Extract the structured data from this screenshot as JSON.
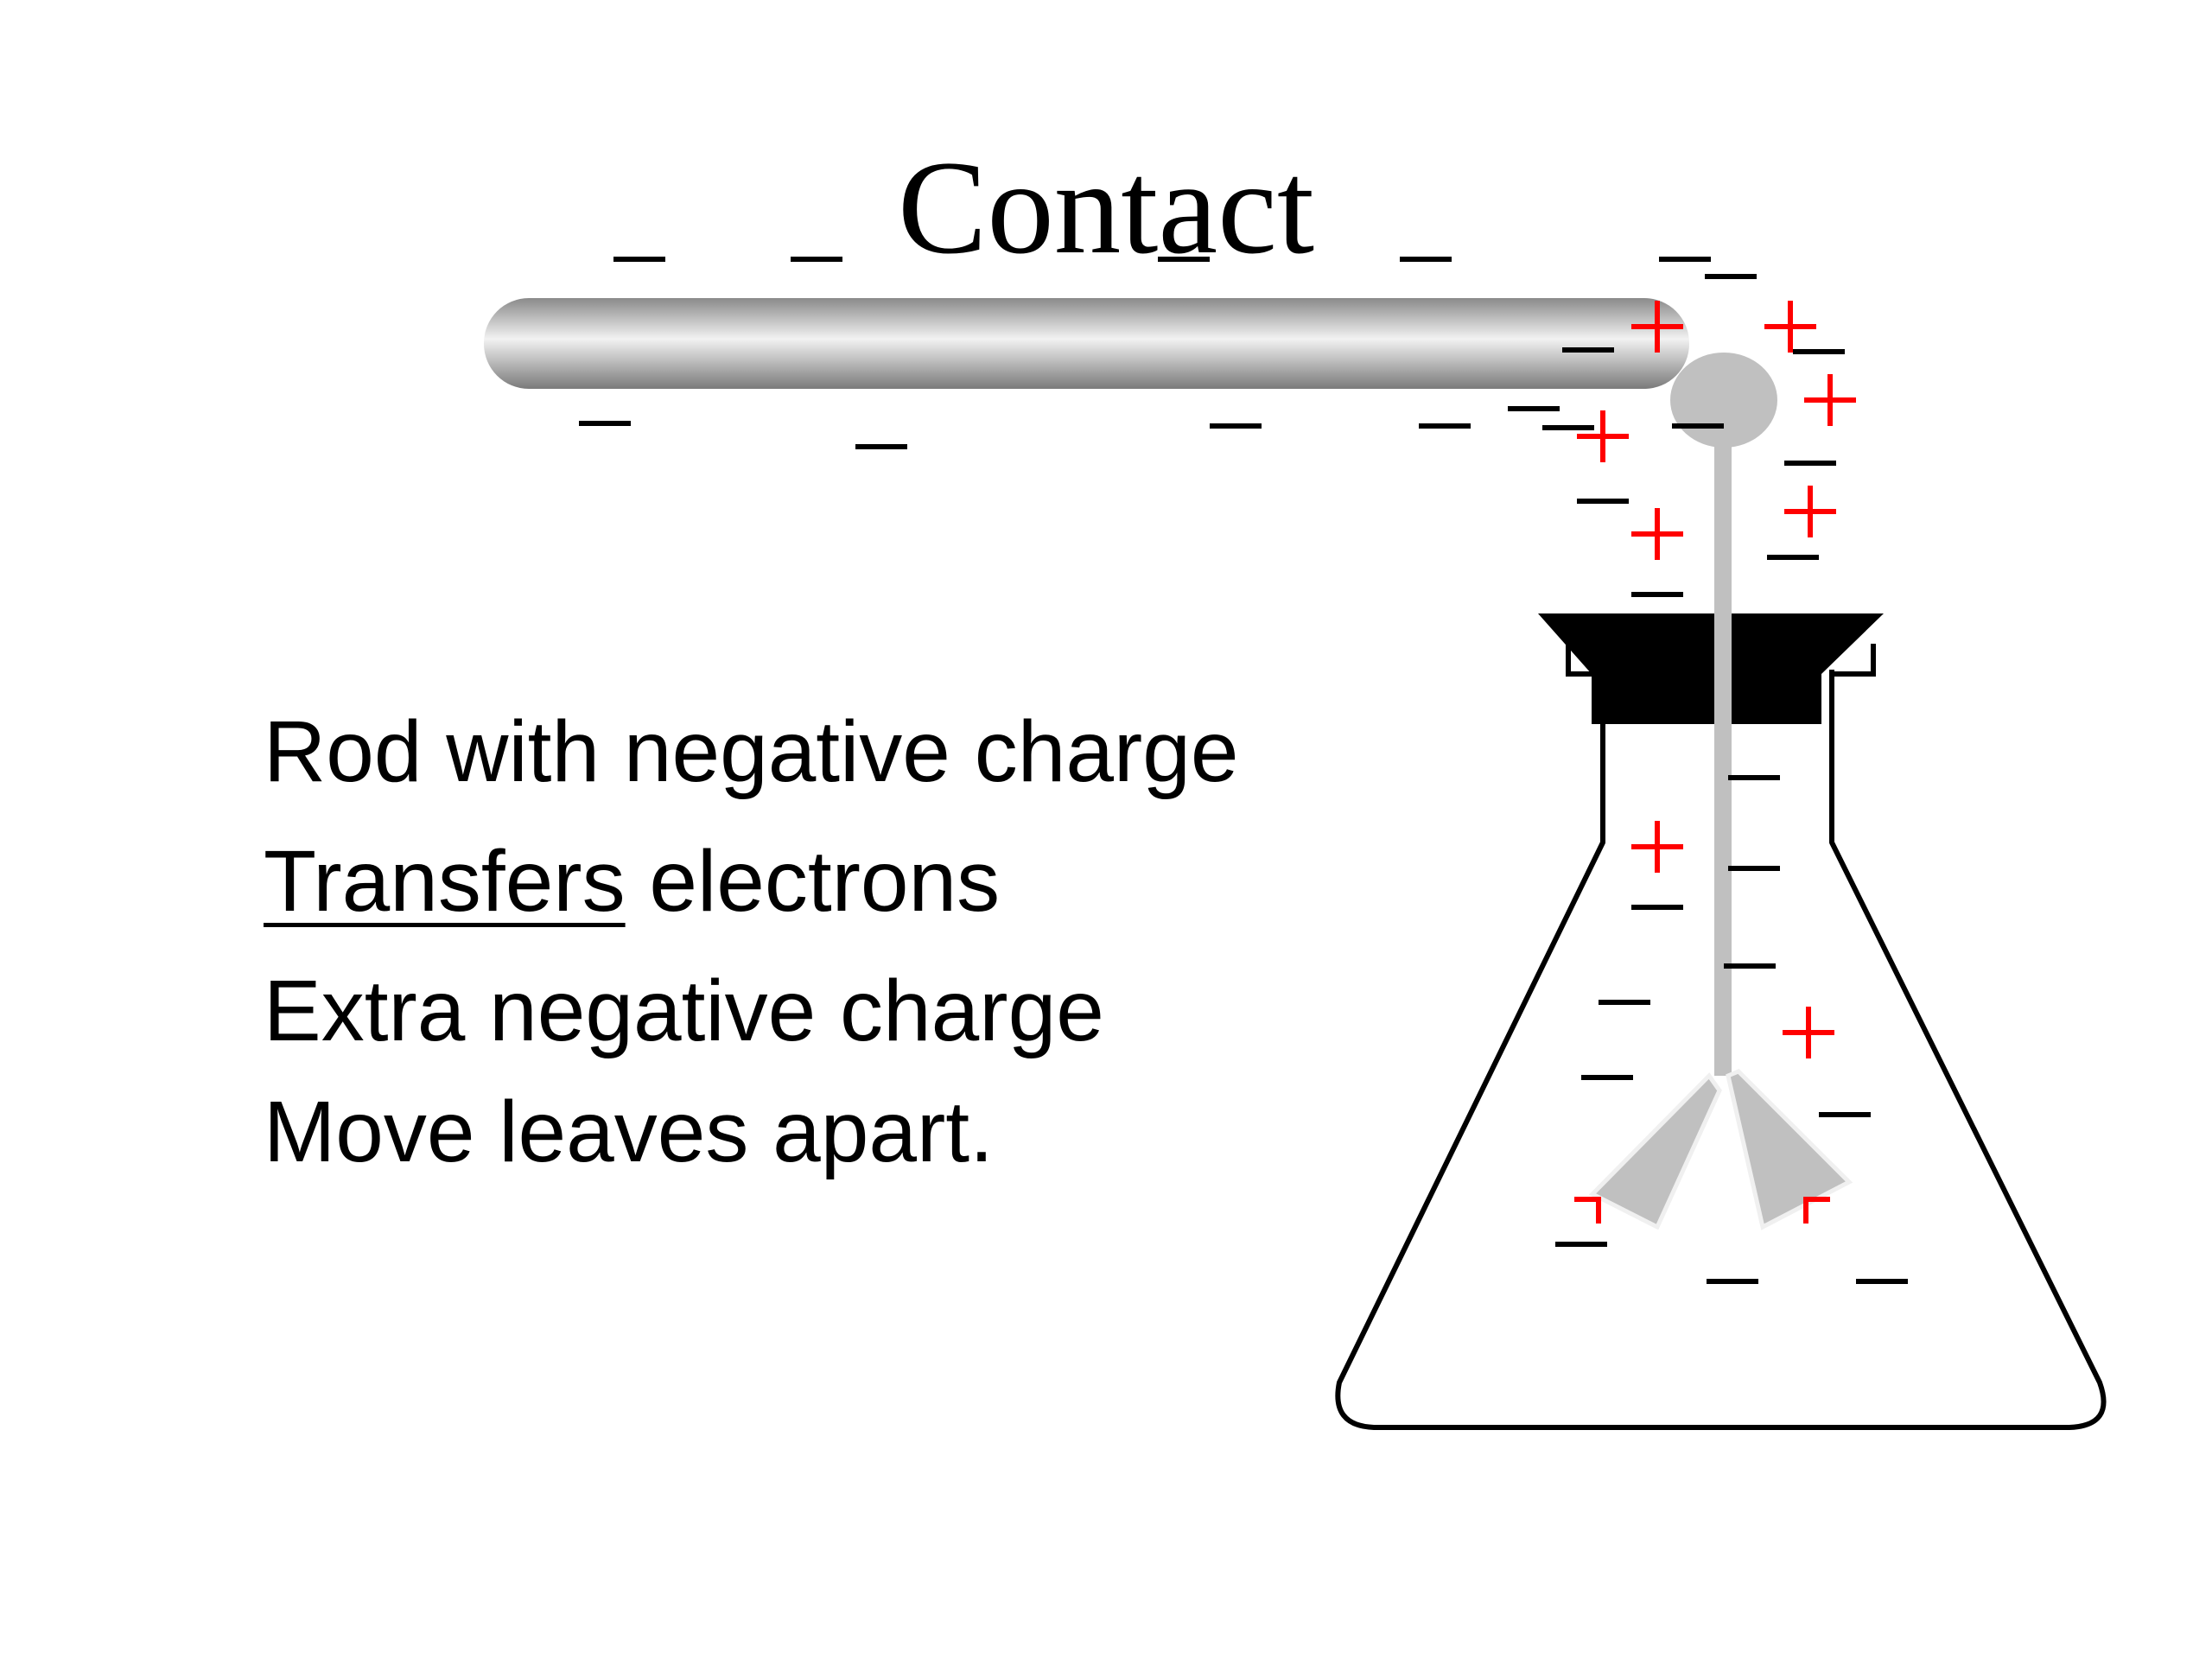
{
  "slide": {
    "title": "Contact",
    "bullets": [
      {
        "text": "Rod with negative charge"
      },
      {
        "underlined": "Transfers",
        "rest": " electrons"
      },
      {
        "text": "Extra negative charge Move leaves apart."
      }
    ]
  },
  "diagram": {
    "negative_symbol": "–",
    "positive_symbol": "+",
    "colors": {
      "positive": "#ff0000",
      "negative": "#000000",
      "metal": "#c0c0c0",
      "stopper": "#000000"
    }
  }
}
